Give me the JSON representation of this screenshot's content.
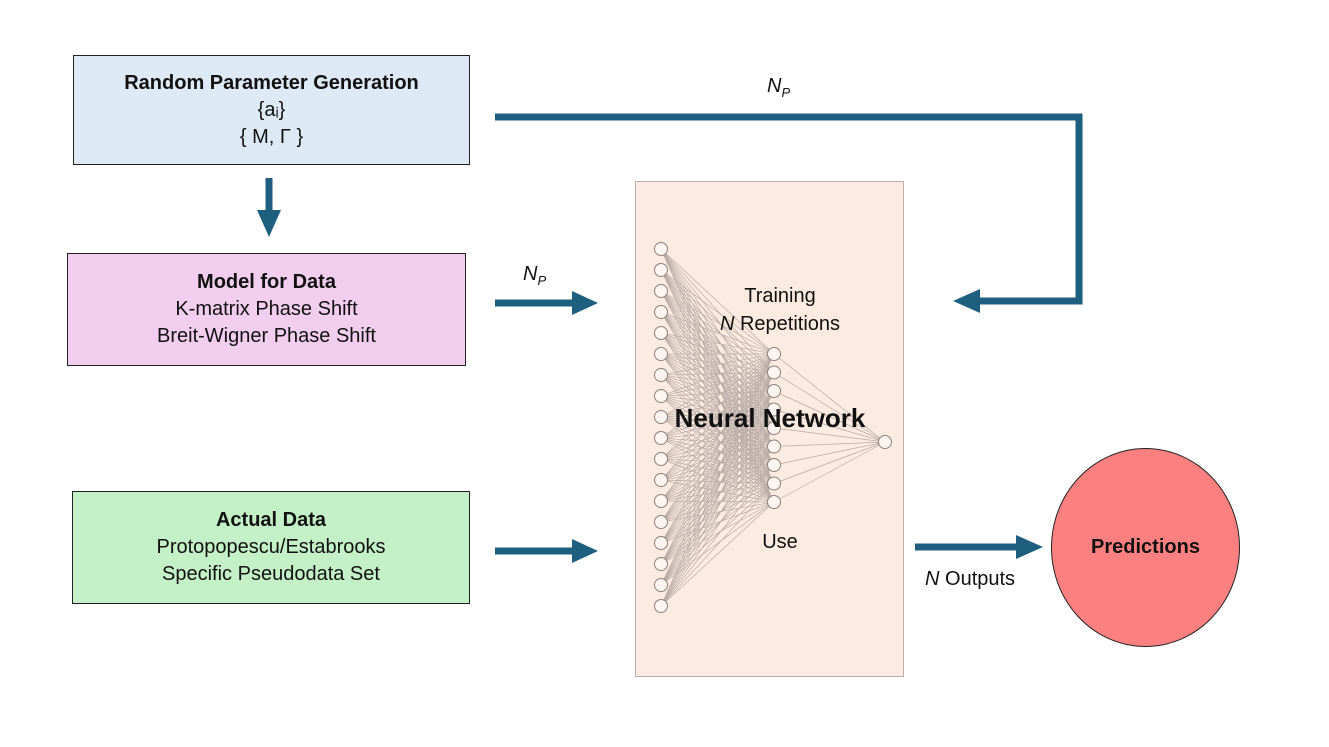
{
  "boxes": {
    "random": {
      "title": "Random Parameter Generation",
      "line1": "{aᵢ}",
      "line2": "{ M, Γ }"
    },
    "model": {
      "title": "Model for Data",
      "line1": "K-matrix Phase Shift",
      "line2": "Breit-Wigner Phase Shift"
    },
    "actual": {
      "title": "Actual Data",
      "line1": "Protopopescu/Estabrooks",
      "line2": "Specific Pseudodata Set"
    }
  },
  "neural_network": {
    "title": "Neural Network",
    "training": "Training",
    "repetitions_var": "N",
    "repetitions_text": " Repetitions",
    "use": "Use",
    "layers": [
      18,
      9,
      1
    ]
  },
  "labels": {
    "np_top_var": "N",
    "np_top_sub": "P",
    "np_mid_var": "N",
    "np_mid_sub": "P",
    "outputs_var": "N",
    "outputs_text": " Outputs"
  },
  "predictions": "Predictions",
  "colors": {
    "arrow": "#1e5f80",
    "random_box": "#dde9f5",
    "model_box": "#f1cdee",
    "actual_box": "#c3f0c6",
    "nn_panel": "#fcebe0",
    "predictions": "#fd8080"
  }
}
